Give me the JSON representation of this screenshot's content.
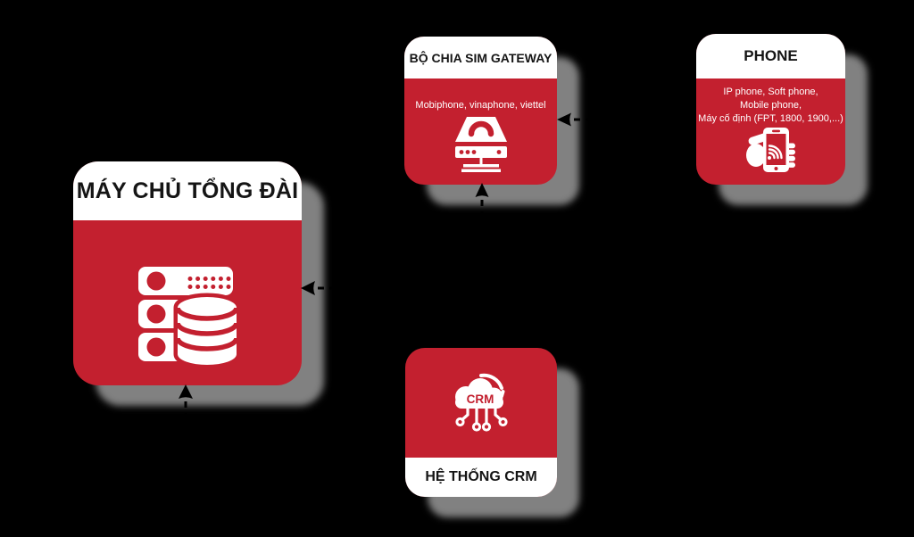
{
  "colors": {
    "background": "#000000",
    "box_red": "#C3202F",
    "shadow_gray": "#868686",
    "header_text": "#151515",
    "body_text": "#FFFFFF",
    "arrow": "#000000"
  },
  "nodes": {
    "server": {
      "title": "MÁY CHỦ TỔNG ĐÀI",
      "icon": "server-database-icon"
    },
    "gateway": {
      "title": "BỘ CHIA SIM GATEWAY",
      "subtitle": "Mobiphone, vinaphone, viettel",
      "icon": "sim-gateway-device-icon"
    },
    "phone": {
      "title": "PHONE",
      "lines": [
        "IP phone, Soft phone,",
        "Mobile phone,",
        "Máy cố định (FPT, 1800, 1900,...)"
      ],
      "icon": "hand-holding-phone-icon"
    },
    "crm": {
      "title": "HỆ THỐNG CRM",
      "cloud_label": "CRM",
      "icon": "crm-cloud-connectors-icon"
    }
  },
  "connections": [
    {
      "target": "server",
      "side": "right",
      "style": "dashed-arrow"
    },
    {
      "target": "server",
      "side": "bottom",
      "style": "dashed-arrow"
    },
    {
      "target": "gateway",
      "side": "right",
      "style": "dashed-arrow"
    },
    {
      "target": "gateway",
      "side": "bottom",
      "style": "dashed-arrow"
    }
  ]
}
